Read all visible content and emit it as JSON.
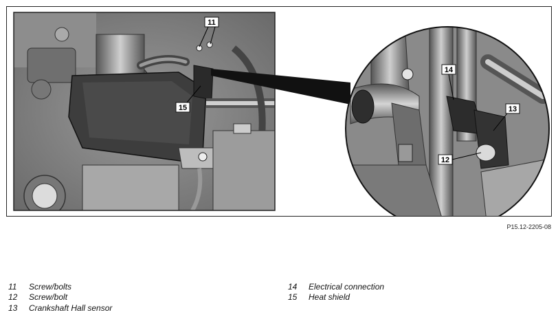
{
  "figure_id": "P15.12-2205-08",
  "callouts": {
    "c11": "11",
    "c15": "15",
    "c14": "14",
    "c13": "13",
    "c12": "12"
  },
  "legend_left": [
    {
      "num": "11",
      "text": "Screw/bolts"
    },
    {
      "num": "12",
      "text": "Screw/bolt"
    },
    {
      "num": "13",
      "text": "Crankshaft Hall sensor"
    }
  ],
  "legend_right": [
    {
      "num": "14",
      "text": "Electrical connection"
    },
    {
      "num": "15",
      "text": "Heat shield"
    }
  ]
}
